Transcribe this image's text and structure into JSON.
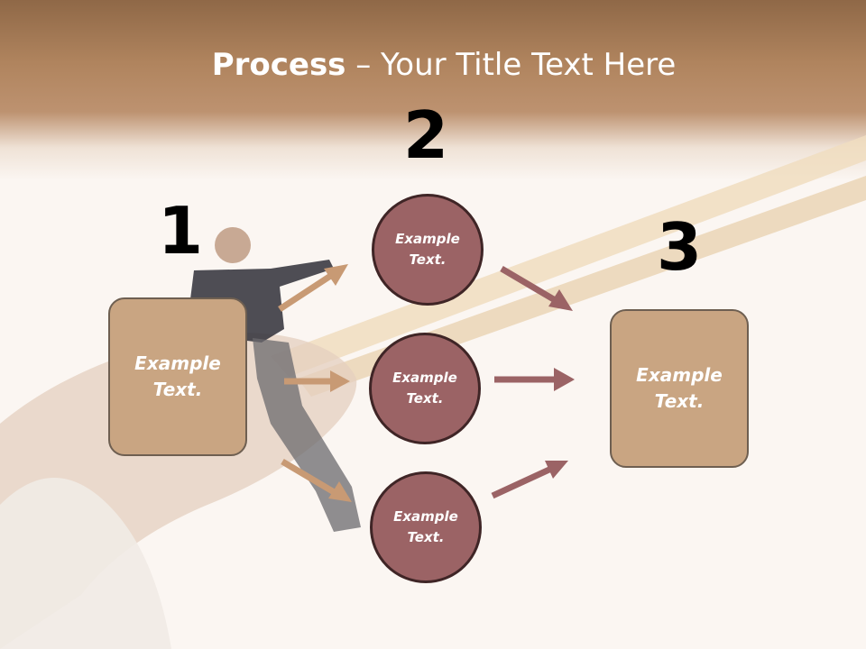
{
  "slide": {
    "title_strong": "Process",
    "title_rest": " – Your Title Text Here"
  },
  "steps": [
    {
      "number": "1",
      "items": [
        {
          "line1": "Example",
          "line2": "Text."
        }
      ]
    },
    {
      "number": "2",
      "items": [
        {
          "line1": "Example",
          "line2": "Text."
        },
        {
          "line1": "Example",
          "line2": "Text."
        },
        {
          "line1": "Example",
          "line2": "Text."
        }
      ]
    },
    {
      "number": "3",
      "items": [
        {
          "line1": "Example",
          "line2": "Text."
        }
      ]
    }
  ],
  "colors": {
    "box_fill": "#c9a582",
    "circle_fill": "#9b6365",
    "tan_arrow": "#c89a74",
    "mauve_arrow": "#9b6365"
  },
  "background": {
    "description_icon": "businessman-riding-chopsticks-picture"
  }
}
